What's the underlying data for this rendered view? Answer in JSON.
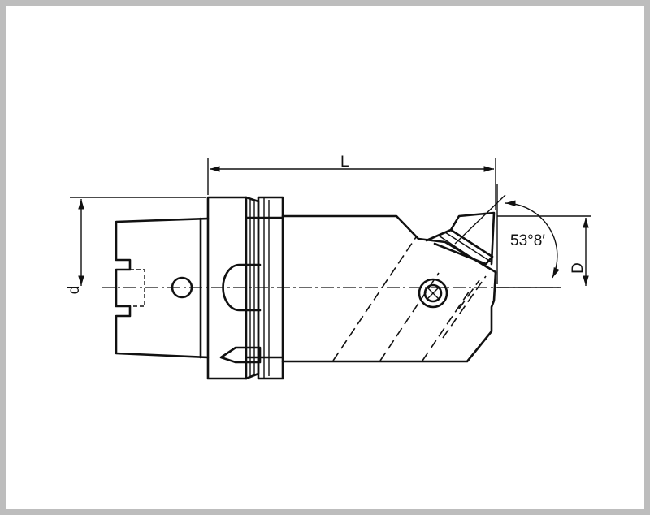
{
  "drawing": {
    "labels": {
      "length": "L",
      "shank_diameter": "d",
      "diameter": "D",
      "angle": "53°8′"
    }
  }
}
